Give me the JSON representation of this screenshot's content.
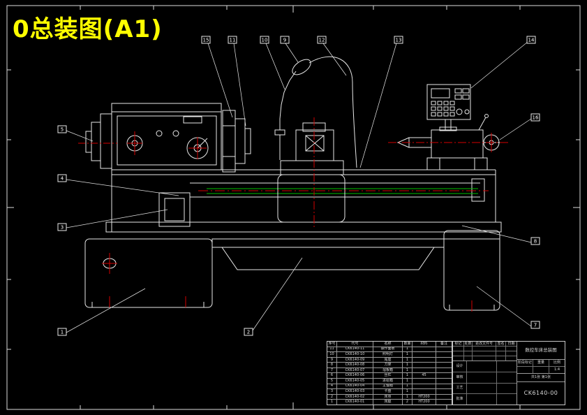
{
  "title": "0总装图(A1)",
  "colors": {
    "background": "#000000",
    "line": "#e8e8e8",
    "title_accent": "#ffff00",
    "centerline": "#d40000",
    "leadscrew": "#00c000"
  },
  "balloons": [
    {
      "label": "15"
    },
    {
      "label": "11"
    },
    {
      "label": "10"
    },
    {
      "label": "9"
    },
    {
      "label": "12"
    },
    {
      "label": "13"
    },
    {
      "label": "14"
    },
    {
      "label": "16"
    },
    {
      "label": "8"
    },
    {
      "label": "7"
    },
    {
      "label": "5"
    },
    {
      "label": "4"
    },
    {
      "label": "3"
    },
    {
      "label": "1"
    },
    {
      "label": "2"
    }
  ],
  "parts_list": {
    "columns": [
      "序号",
      "代号",
      "名称",
      "数量",
      "材料",
      "备注"
    ],
    "rows": [
      {
        "no": "11",
        "code": "CK6140-11",
        "name": "操作面板",
        "qty": "1",
        "mat": "",
        "rem": ""
      },
      {
        "no": "10",
        "code": "CK6140-10",
        "name": "照明灯",
        "qty": "1",
        "mat": "",
        "rem": ""
      },
      {
        "no": "9",
        "code": "CK6140-09",
        "name": "尾座",
        "qty": "1",
        "mat": "",
        "rem": ""
      },
      {
        "no": "8",
        "code": "CK6140-08",
        "name": "刀架",
        "qty": "1",
        "mat": "",
        "rem": ""
      },
      {
        "no": "7",
        "code": "CK6140-07",
        "name": "溜板箱",
        "qty": "1",
        "mat": "",
        "rem": ""
      },
      {
        "no": "6",
        "code": "CK6140-06",
        "name": "丝杠",
        "qty": "1",
        "mat": "45",
        "rem": ""
      },
      {
        "no": "5",
        "code": "CK6140-05",
        "name": "进给箱",
        "qty": "1",
        "mat": "",
        "rem": ""
      },
      {
        "no": "4",
        "code": "CK6140-04",
        "name": "主轴箱",
        "qty": "1",
        "mat": "",
        "rem": ""
      },
      {
        "no": "3",
        "code": "CK6140-03",
        "name": "卡盘",
        "qty": "1",
        "mat": "",
        "rem": ""
      },
      {
        "no": "2",
        "code": "CK6140-02",
        "name": "床身",
        "qty": "1",
        "mat": "HT200",
        "rem": ""
      },
      {
        "no": "1",
        "code": "CK6140-01",
        "name": "床腿",
        "qty": "2",
        "mat": "HT200",
        "rem": ""
      }
    ]
  },
  "titleblock": {
    "rev_headers": [
      "标记",
      "处数",
      "更改文件号",
      "签名",
      "日期"
    ],
    "roles": [
      "设计",
      "审核",
      "工艺",
      "批准"
    ],
    "title": "数控车床总装图",
    "stage_label": "阶段标记",
    "weight_label": "重量",
    "scale_label": "比例",
    "scale": "1:4",
    "sheets": "共1张 第1张",
    "drawing_no": "CK6140-00"
  }
}
